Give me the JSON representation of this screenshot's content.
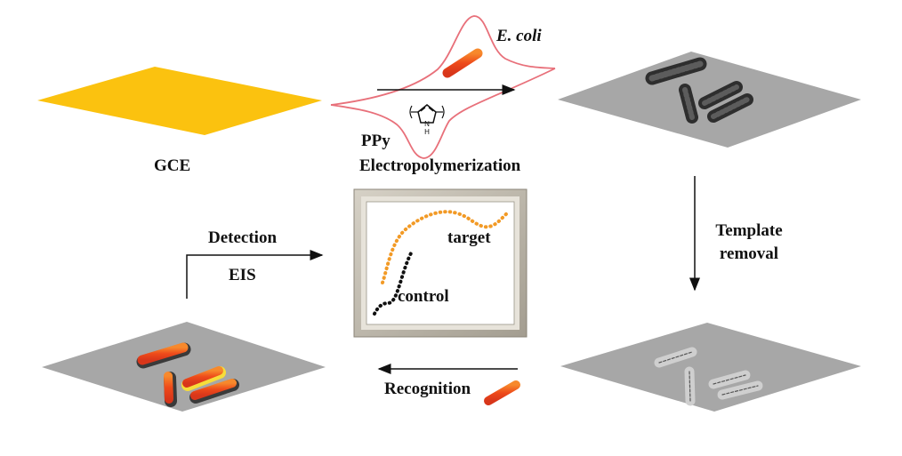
{
  "labels": {
    "gce": "GCE",
    "ecoli": "E. coli",
    "ppy": "PPy",
    "electropolymerization": "Electropolymerization",
    "template_line1": "Template",
    "template_line2": "removal",
    "recognition": "Recognition",
    "detection": "Detection",
    "eis": "EIS",
    "target": "target",
    "control": "control",
    "pyrrole_n": "N",
    "pyrrole_h": "H"
  },
  "colors": {
    "gce_plate": "#fbc20f",
    "grey_plate": "#a7a7a7",
    "bacterium": "#ee4a1a",
    "imprint_dark": "#3a3a3a",
    "cv_curve": "#e8707a",
    "target_curve": "#f29a26",
    "control_curve": "#111111",
    "frame": "#b8b2a6"
  }
}
